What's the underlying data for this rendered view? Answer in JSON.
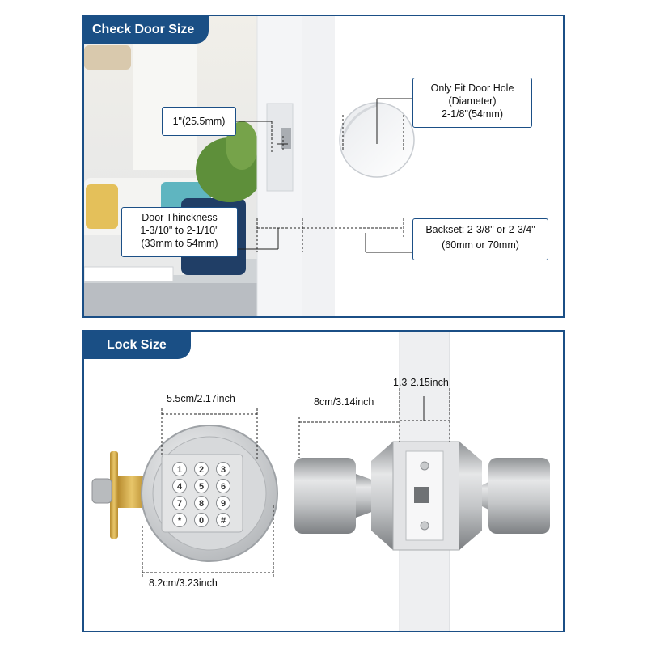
{
  "top_panel": {
    "title": "Check Door Size",
    "callouts": {
      "edge_bore": "1\"(25.5mm)",
      "hole_line1": "Only Fit Door Hole",
      "hole_line2": "(Diameter)",
      "hole_line3": "2-1/8\"(54mm)",
      "thickness_line1": "Door Thinckness",
      "thickness_line2": "1-3/10\" to 2-1/10\"",
      "thickness_line3": "(33mm to 54mm)",
      "backset_line1": "Backset: 2-3/8\" or 2-3/4\"",
      "backset_line2": "(60mm or 70mm)"
    }
  },
  "bottom_panel": {
    "title": "Lock Size",
    "dims": {
      "keypad_width": "5.5cm/2.17inch",
      "rose_diameter": "8.2cm/3.23inch",
      "knob_length": "8cm/3.14inch",
      "door_thickness": "1.3-2.15inch"
    },
    "keypad_keys": [
      "1",
      "2",
      "3",
      "4",
      "5",
      "6",
      "7",
      "8",
      "9",
      "*",
      "0",
      "#"
    ]
  },
  "colors": {
    "brand": "#1a4f85",
    "panel_border": "#1b4f86",
    "metal": "#c9cbcd"
  }
}
